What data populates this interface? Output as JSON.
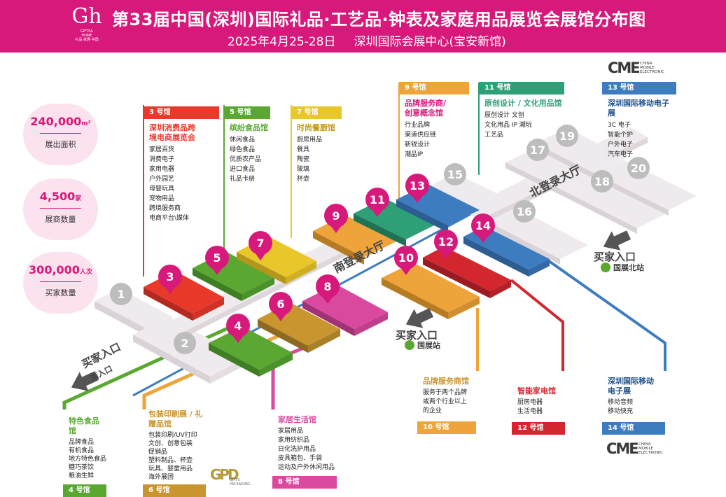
{
  "header": {
    "title": "第33届中国(深圳)国际礼品·工艺品·钟表及家庭用品展览会展馆分布图",
    "date": "2025年4月25-28日",
    "venue": "深圳国际会展中心(宝安新馆)",
    "logo_mark": "Gh",
    "logo_text1": "GIFTS&",
    "logo_text2": "HOME",
    "logo_text3": "礼品·家居·中国"
  },
  "stats": [
    {
      "value": "240,000",
      "unit": "m²",
      "label": "展出面积"
    },
    {
      "value": "4,500",
      "unit": "家",
      "label": "展商数量"
    },
    {
      "value": "300,000",
      "unit": "人次",
      "label": "买家数量"
    }
  ],
  "hall_cards": {
    "h3": {
      "num": "3 号馆",
      "name1": "深圳消费品跨",
      "name2": "境电商展览会",
      "items": [
        "家居百货",
        "消费电子",
        "家用电器",
        "户外园艺",
        "母婴玩具",
        "宠物用品",
        "跨境服务商",
        "电商平台\\媒体"
      ]
    },
    "h5": {
      "num": "5 号馆",
      "name1": "缤纷食品馆",
      "items": [
        "休闲食品",
        "绿色食品",
        "优质农产品",
        "进口食品",
        "礼品卡册"
      ]
    },
    "h7": {
      "num": "7 号馆",
      "name1": "时尚餐厨馆",
      "items": [
        "厨房用品",
        "餐具",
        "陶瓷",
        "玻璃",
        "杯壶"
      ]
    },
    "h9": {
      "num": "9 号馆",
      "name1": "品牌服务商/",
      "name2": "创意概念馆",
      "items": [
        "行业品牌",
        "渠道供应链",
        "新锐设计",
        "潮品IP"
      ]
    },
    "h11": {
      "num": "11 号馆",
      "name1": "原创设计 / 文化用品馆",
      "items": [
        "原创设计  文创",
        "文化用品  IP 潮玩",
        "工艺品"
      ]
    },
    "h13": {
      "num": "13 号馆",
      "name1": "深圳国际移动电子展",
      "items": [
        "3C 电子",
        "智能个护",
        "户外电子",
        "汽车电子"
      ]
    },
    "h4": {
      "num": "4 号馆",
      "name1": "特色食品馆",
      "items": [
        "品牌食品",
        "有机食品",
        "地方特色食品",
        "糖巧茶饮",
        "粮油生鲜"
      ]
    },
    "h6": {
      "num": "6 号馆",
      "name1": "包装印刷展 / 礼赠品馆",
      "items": [
        "包装印刷/UV打印",
        "文创、创意包装",
        "促销品",
        "塑料制品、杯壶",
        "玩具、婴童用品",
        "海外展团"
      ]
    },
    "h8": {
      "num": "8 号馆",
      "name1": "家居生活馆",
      "items": [
        "家居用品",
        "家用纺织品",
        "日化洗护用品",
        "皮具箱包、手袋",
        "运动及户外休闲用品"
      ]
    },
    "h10": {
      "num": "10 号馆",
      "name1": "品牌服务商馆",
      "items": [
        "服务于两个品牌",
        "或两个行业以上",
        "的企业"
      ]
    },
    "h12": {
      "num": "12 号馆",
      "name1": "智能家电馆",
      "items": [
        "厨房电器",
        "生活电器"
      ]
    },
    "h14": {
      "num": "14 号馆",
      "name1": "深圳国际移动",
      "name2": "电子展",
      "items": [
        "移动音频",
        "移动快充"
      ]
    }
  },
  "map": {
    "hall_numbers": [
      "1",
      "2",
      "3",
      "4",
      "5",
      "6",
      "7",
      "8",
      "9",
      "10",
      "11",
      "12",
      "13",
      "14",
      "15",
      "16",
      "17",
      "18",
      "19",
      "20"
    ],
    "south_hall_label": "南登录大厅",
    "north_hall_label": "北登录大厅",
    "entrances": [
      {
        "label": "买家入口",
        "sub": "南入口"
      },
      {
        "label": "买家入口",
        "sub": "国展站"
      },
      {
        "label": "买家入口",
        "sub": "国展北站"
      }
    ]
  },
  "cme": {
    "mark": "CME",
    "line1": "CHINA",
    "line2": "MOBILE",
    "line3": "ELECTRONIC"
  },
  "gifts_logo": {
    "mark": "GPD",
    "line1": "GIFTS",
    "line2": "PACKAGING"
  },
  "colors": {
    "magenta": "#d6197b",
    "red": "#e8392b",
    "green": "#5aa832",
    "yellow": "#e9c72b",
    "orange": "#eea43a",
    "teal": "#2e9f77",
    "blue": "#3e7cc0",
    "darkred": "#d3262e",
    "pink": "#d94a9f",
    "grey": "#efeaed"
  }
}
